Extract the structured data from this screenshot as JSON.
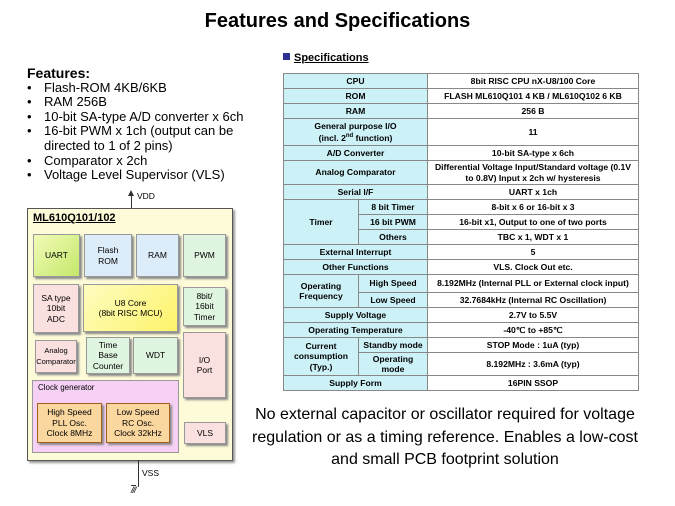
{
  "title": "Features and Specifications",
  "features": {
    "heading": "Features:",
    "items": [
      "Flash-ROM 4KB/6KB",
      "RAM 256B",
      "10-bit SA-type A/D converter x 6ch",
      "16-bit PWM x 1ch (output can be directed to 1 of 2 pins)",
      "Comparator x 2ch",
      "Voltage Level Supervisor (VLS)"
    ]
  },
  "diagram": {
    "title": "ML610Q101/102",
    "vdd": "VDD",
    "vss": "VSS",
    "uart": "UART",
    "flash": "Flash\nROM",
    "ram": "RAM",
    "pwm": "PWM",
    "adc": "SA type\n10bit\nADC",
    "core": "U8 Core\n(8bit RISC MCU)",
    "timer": "8bit/\n16bit\nTimer",
    "comparator": "Analog\nComparator",
    "tbc": "Time\nBase\nCounter",
    "wdt": "WDT",
    "io": "I/O\nPort",
    "clockgen": "Clock generator",
    "hs": "High Speed\nPLL Osc.\nClock 8MHz",
    "ls": "Low Speed\nRC Osc.\nClock 32kHz",
    "vls": "VLS"
  },
  "specs": {
    "heading": "Specifications",
    "rows": {
      "cpu": [
        "CPU",
        "8bit RISC CPU nX-U8/100 Core"
      ],
      "rom": [
        "ROM",
        "FLASH ML610Q101 4 KB / ML610Q102 6 KB"
      ],
      "ram": [
        "RAM",
        "256 B"
      ],
      "gpio": [
        "General purpose I/O",
        "(incl. 2",
        "nd",
        " function)",
        "11"
      ],
      "adc": [
        "A/D Converter",
        "10-bit SA-type x 6ch"
      ],
      "comp": [
        "Analog Comparator",
        "Differential Voltage Input/Standard voltage (0.1V to 0.8V) Input x 2ch w/ hysteresis"
      ],
      "serial": [
        "Serial I/F",
        "UART x 1ch"
      ],
      "timer": [
        "Timer",
        "8 bit Timer",
        "8-bit x 6  or  16-bit x 3",
        "16 bit PWM",
        "16-bit x1, Output  to one of two ports",
        "Others",
        "TBC x 1, WDT x 1"
      ],
      "extint": [
        "External Interrupt",
        "5"
      ],
      "other": [
        "Other Functions",
        "VLS.  Clock Out etc."
      ],
      "freq": [
        "Operating Frequency",
        "High Speed",
        "8.192MHz (Internal PLL or External clock input)",
        "Low Speed",
        "32.7684kHz (Internal RC Oscillation)"
      ],
      "volt": [
        "Supply Voltage",
        "2.7V to 5.5V"
      ],
      "temp": [
        "Operating Temperature",
        "-40℃ to +85℃"
      ],
      "current": [
        "Current consumption (Typ.)",
        "Standby mode",
        "STOP Mode : 1uA (typ)",
        "Operating mode",
        "8.192MHz : 3.6mA (typ)"
      ],
      "form": [
        "Supply Form",
        "16PIN SSOP"
      ]
    }
  },
  "note": "No external capacitor or oscillator required for voltage regulation or as a timing reference. Enables a low-cost and small PCB footprint solution"
}
